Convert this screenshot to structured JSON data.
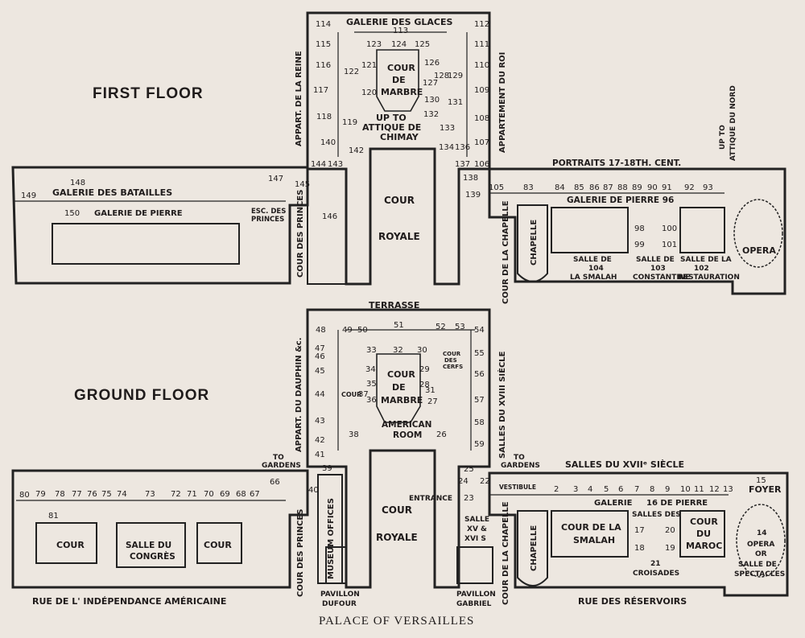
{
  "headings": {
    "first_floor": "FIRST FLOOR",
    "ground_floor": "GROUND FLOOR",
    "caption": "PALACE OF VERSAILLES"
  },
  "first_floor": {
    "galerie_glaces": "GALERIE DES GLACES",
    "cour_marbre": [
      "COUR",
      "DE",
      "MARBRE"
    ],
    "attique_chimay": [
      "UP TO",
      "ATTIQUE DE",
      "CHIMAY"
    ],
    "cour_royale": [
      "COUR",
      "ROYALE"
    ],
    "appart_reine": "APPART. DE LA REINE",
    "appart_roi": "APPARTEMENT DU ROI",
    "attique_nord": [
      "UP TO",
      "ATTIQUE DU NORD"
    ],
    "portraits": "PORTRAITS 17-18TH. CENT.",
    "galerie_pierre_n": "GALERIE DE PIERRE 96",
    "galerie_batailles": "GALERIE DES BATAILLES",
    "galerie_pierre_s": "GALERIE DE PIERRE",
    "esc_princes": [
      "ESC. DES",
      "PRINCES"
    ],
    "cour_princes": "COUR DES PRINCES",
    "cour_chapelle": "COUR DE LA CHAPELLE",
    "chapelle": "CHAPELLE",
    "opera": "OPERA",
    "smalah": [
      "SALLE DE",
      "104",
      "LA SMALAH"
    ],
    "constantine": [
      "SALLE DE",
      "103",
      "CONSTANTINE"
    ],
    "restauration": [
      "SALLE DE LA",
      "102",
      "RESTAURATION"
    ],
    "nums": [
      "114",
      "113",
      "112",
      "115",
      "123",
      "124",
      "125",
      "111",
      "116",
      "121",
      "126",
      "110",
      "122",
      "128",
      "129",
      "117",
      "120",
      "127",
      "109",
      "130",
      "131",
      "118",
      "119",
      "132",
      "108",
      "133",
      "140",
      "107",
      "134",
      "136",
      "142",
      "144",
      "143",
      "137",
      "106",
      "138",
      "139",
      "105",
      "83",
      "84",
      "85",
      "86",
      "87",
      "88",
      "89",
      "90",
      "91",
      "92",
      "93",
      "147",
      "148",
      "149",
      "150",
      "145",
      "146",
      "98",
      "100",
      "99",
      "101"
    ]
  },
  "ground_floor": {
    "terrasse": "TERRASSE",
    "cour_marbre": [
      "COUR",
      "DE",
      "MARBRE"
    ],
    "cour_small": "COUR",
    "cour_cerfs": [
      "COUR",
      "DES",
      "CERFS"
    ],
    "american_room": [
      "AMERICAN",
      "ROOM"
    ],
    "appart_dauphin": "APPART. DU DAUPHIN &c.",
    "salles_xviii": "SALLES DU XVIII SIÈCLE",
    "to_gardens": [
      "TO",
      "GARDENS"
    ],
    "salles_xvii": "SALLES DU XVIIᵉ SIÈCLE",
    "entrance": "ENTRANCE",
    "cour_royale": [
      "COUR",
      "ROYALE"
    ],
    "vestibule": "VESTIBULE",
    "galerie_pierre": "GALERIE",
    "galerie_16": "16 DE PIERRE",
    "foyer": "FOYER",
    "salle_xv": [
      "SALLE",
      "XV &",
      "XVI S"
    ],
    "cour_smalah": [
      "COUR DE LA",
      "SMALAH"
    ],
    "salles_croisades": [
      "SALLES DES",
      "21",
      "CROISADES"
    ],
    "cour_maroc": [
      "COUR",
      "DU",
      "MAROC"
    ],
    "opera_spectacles": [
      "14",
      "OPERA",
      "OR",
      "SALLE DE",
      "SPECTACLES"
    ],
    "chapelle": "CHAPELLE",
    "cour_princes": "COUR DES PRINCES",
    "cour_chapelle": "COUR DE LA CHAPELLE",
    "museum_offices": "MUSEUM OFFICES",
    "pavillon_dufour": [
      "PAVILLON",
      "DUFOUR"
    ],
    "pavillon_gabriel": [
      "PAVILLON",
      "GABRIEL"
    ],
    "cour_left": "COUR",
    "salle_congres": [
      "SALLE DU",
      "CONGRÈS"
    ],
    "cour_right": "COUR",
    "rue_independance": "RUE DE L' INDÉPENDANCE AMÉRICAINE",
    "rue_reservoirs": "RUE DES RÉSERVOIRS",
    "nums": [
      "48",
      "49",
      "50",
      "51",
      "52",
      "53",
      "54",
      "47",
      "46",
      "33",
      "32",
      "30",
      "55",
      "45",
      "34",
      "29",
      "56",
      "44",
      "37",
      "35",
      "36",
      "28",
      "31",
      "27",
      "57",
      "43",
      "38",
      "26",
      "58",
      "42",
      "59",
      "41",
      "39",
      "40",
      "25",
      "24",
      "22",
      "23",
      "80",
      "79",
      "78",
      "77",
      "76",
      "75",
      "74",
      "73",
      "72",
      "71",
      "70",
      "69",
      "68",
      "67",
      "66",
      "81",
      "2",
      "3",
      "4",
      "5",
      "6",
      "7",
      "8",
      "9",
      "10",
      "11",
      "12",
      "13",
      "15",
      "17",
      "20",
      "18",
      "19"
    ]
  }
}
